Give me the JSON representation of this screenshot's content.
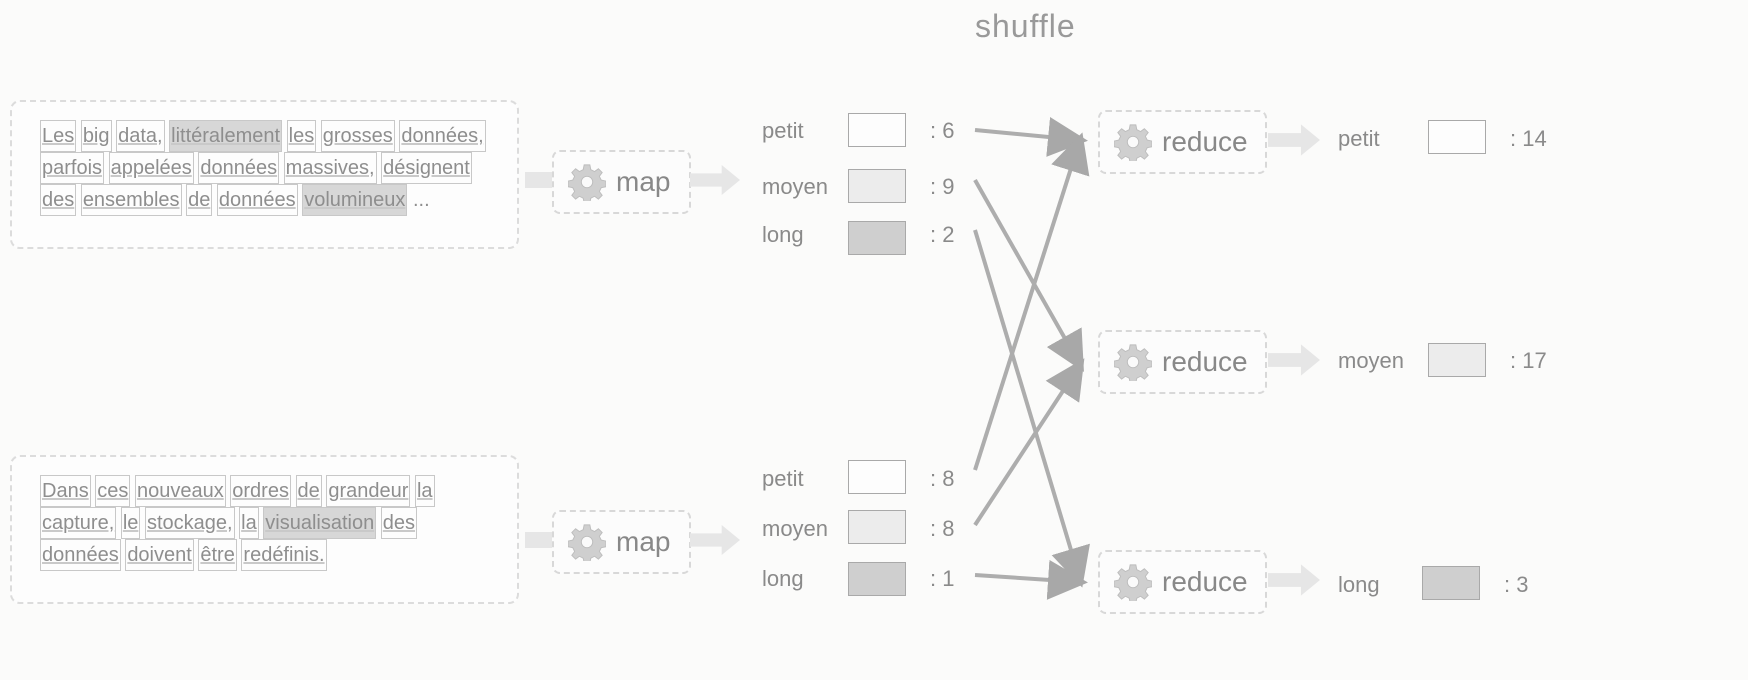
{
  "title": "shuffle",
  "documents": [
    {
      "lines": [
        [
          {
            "t": "Les",
            "b": 1
          },
          {
            "t": "big",
            "b": 1
          },
          {
            "t": "data,",
            "b": 1
          },
          {
            "t": "littéralement",
            "b": 1,
            "h": 1
          },
          {
            "t": "les",
            "b": 1
          },
          {
            "t": "grosses",
            "b": 1
          },
          {
            "t": "données,",
            "b": 1
          }
        ],
        [
          {
            "t": "parfois",
            "b": 1
          },
          {
            "t": "appelées",
            "b": 1
          },
          {
            "t": "données",
            "b": 1
          },
          {
            "t": "massives,",
            "b": 1
          },
          {
            "t": "désignent",
            "b": 1
          }
        ],
        [
          {
            "t": "des",
            "b": 1
          },
          {
            "t": "ensembles",
            "b": 1
          },
          {
            "t": "de",
            "b": 1
          },
          {
            "t": "données",
            "b": 1
          },
          {
            "t": "volumineux",
            "b": 1,
            "h": 1
          },
          {
            "t": "...",
            "b": 0
          }
        ]
      ]
    },
    {
      "lines": [
        [
          {
            "t": "Dans",
            "b": 1
          },
          {
            "t": "ces",
            "b": 1
          },
          {
            "t": "nouveaux",
            "b": 1
          },
          {
            "t": "ordres",
            "b": 1
          },
          {
            "t": "de",
            "b": 1
          },
          {
            "t": "grandeur",
            "b": 1
          },
          {
            "t": "la",
            "b": 1
          }
        ],
        [
          {
            "t": "capture,",
            "b": 1
          },
          {
            "t": "le",
            "b": 1
          },
          {
            "t": "stockage,",
            "b": 1
          },
          {
            "t": "la",
            "b": 1
          },
          {
            "t": "visualisation",
            "b": 1,
            "h": 1
          },
          {
            "t": "des",
            "b": 1
          }
        ],
        [
          {
            "t": "données",
            "b": 1
          },
          {
            "t": "doivent",
            "b": 1
          },
          {
            "t": "être",
            "b": 1
          },
          {
            "t": "redéfinis.",
            "b": 1
          }
        ]
      ]
    }
  ],
  "map_label": "map",
  "reduce_label": "reduce",
  "map_outputs": [
    {
      "items": [
        {
          "label": "petit",
          "count": ": 6"
        },
        {
          "label": "moyen",
          "count": ": 9"
        },
        {
          "label": "long",
          "count": ": 2"
        }
      ]
    },
    {
      "items": [
        {
          "label": "petit",
          "count": ": 8"
        },
        {
          "label": "moyen",
          "count": ": 8"
        },
        {
          "label": "long",
          "count": ": 1"
        }
      ]
    }
  ],
  "reduce_outputs": [
    {
      "label": "petit",
      "count": ": 14"
    },
    {
      "label": "moyen",
      "count": ": 17"
    },
    {
      "label": "long",
      "count": ": 3"
    }
  ],
  "icons": {
    "process": "gear-icon",
    "flow": "arrow-right-icon"
  },
  "colors": {
    "line": "#aaaaaa",
    "swatch_petit": "#fdfdfd",
    "swatch_moyen": "#ececec",
    "swatch_long": "#cfcfcf"
  }
}
